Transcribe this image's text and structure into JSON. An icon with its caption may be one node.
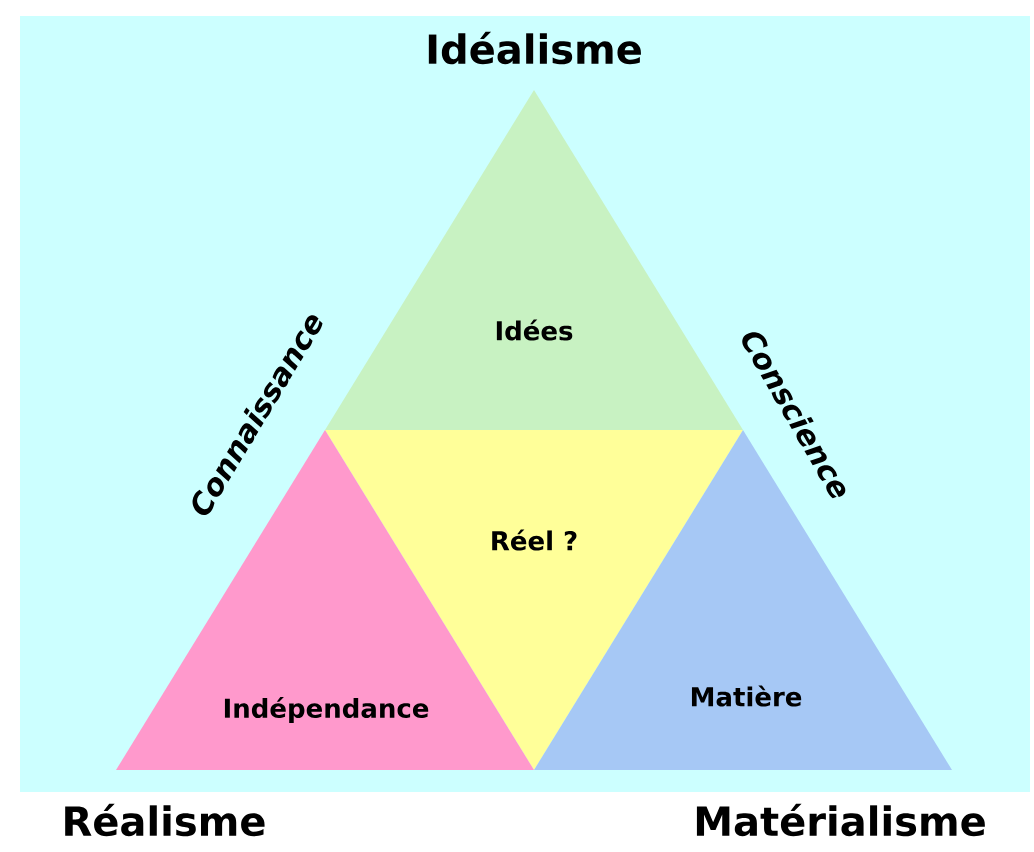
{
  "diagram": {
    "nodes": [
      {
        "text": [
          "Idées"
        ]
      },
      {
        "text": [
          "Réel ?"
        ]
      },
      {
        "text": [
          "Indépendance"
        ]
      },
      {
        "text": [
          "Matière"
        ]
      }
    ],
    "labels": [
      "Idéalisme",
      "Connaissance",
      "Conscience",
      "Réalisme",
      "Matérialisme"
    ]
  }
}
